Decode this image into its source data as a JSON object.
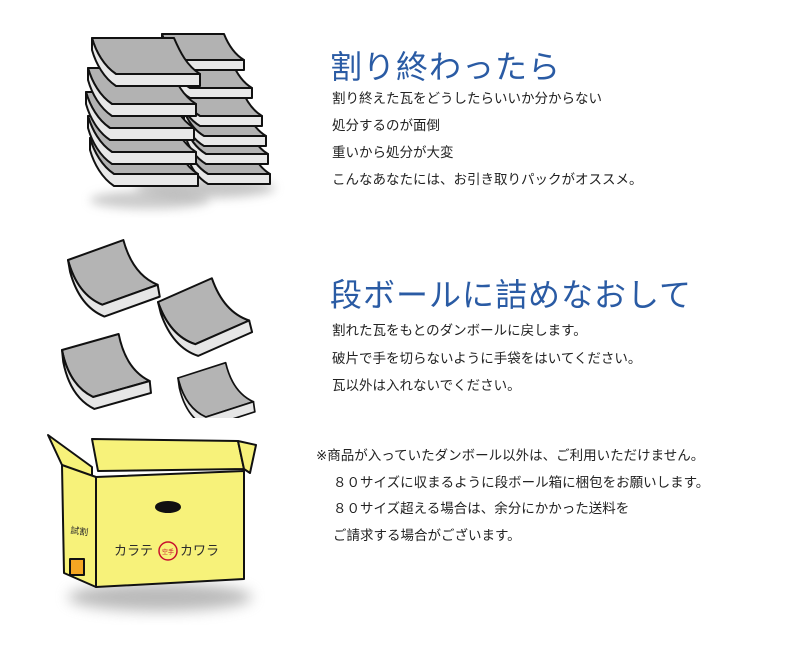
{
  "colors": {
    "heading": "#2a5ba4",
    "text": "#222222",
    "tile_top": "#b4b4b4",
    "tile_edge": "#e4e4e4",
    "box": "#f7f27a",
    "box_accent": "#f5a623",
    "box_text": "#2b2b2b",
    "stamp": "#c8102e"
  },
  "section1": {
    "title": "割り終わったら",
    "lines": [
      "割り終えた瓦をどうしたらいいか分からない",
      "処分するのが面倒",
      "重いから処分が大変",
      "こんなあなたには、お引き取りパックがオススメ。"
    ]
  },
  "section2": {
    "title": "段ボールに詰めなおして",
    "lines": [
      "割れた瓦をもとのダンボールに戻します。",
      "破片で手を切らないように手袋をはいてください。",
      "瓦以外は入れないでください。"
    ]
  },
  "notes": [
    "※商品が入っていたダンボール以外は、ご利用いただけません。",
    "８０サイズに収まるように段ボール箱に梱包をお願いします。",
    "８０サイズ超える場合は、余分にかかった送料を",
    "ご請求する場合がございます。"
  ],
  "box": {
    "brand_left": "カラテ",
    "brand_right": "カワラ",
    "stamp": "空手",
    "side_label": "試割",
    "icons": [
      "tile-stack-icon",
      "falling-tile-icon",
      "cardboard-box-icon"
    ]
  }
}
